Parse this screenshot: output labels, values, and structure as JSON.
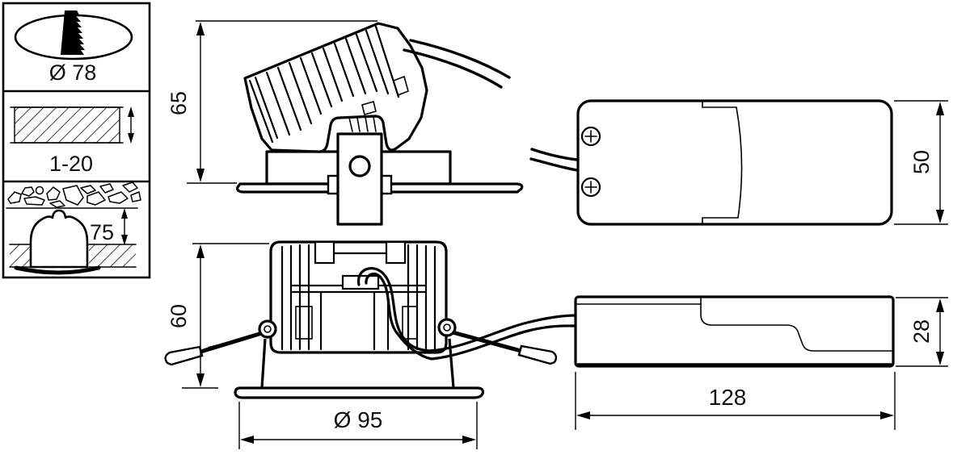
{
  "legend": {
    "cutout_diameter_label": "Ø 78",
    "ceiling_thickness_label": "1-20",
    "recess_depth_label": "75"
  },
  "tilted_view": {
    "height_label": "65"
  },
  "front_view": {
    "height_label": "60",
    "diameter_label": "Ø 95"
  },
  "driver_top_view": {
    "width_label": "50"
  },
  "driver_side_view": {
    "height_label": "28",
    "length_label": "128"
  },
  "colors": {
    "line": "#000000",
    "text": "#111111",
    "background": "#ffffff"
  }
}
